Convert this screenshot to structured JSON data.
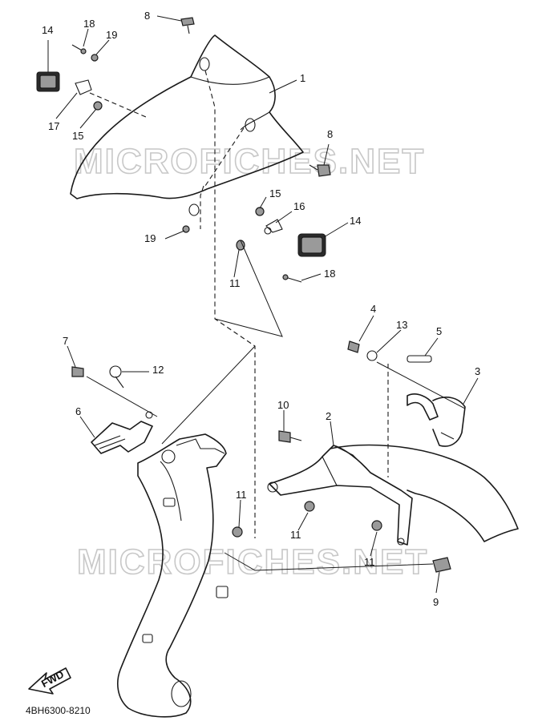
{
  "drawing_code": "4BH6300-8210",
  "watermark": "MICROFICHES.NET",
  "fwd_label": "FWD",
  "callouts": {
    "c1": "1",
    "c2": "2",
    "c3": "3",
    "c4": "4",
    "c5": "5",
    "c6": "6",
    "c7": "7",
    "c8a": "8",
    "c8b": "8",
    "c9": "9",
    "c10": "10",
    "c11a": "11",
    "c11b": "11",
    "c11c": "11",
    "c11d": "11",
    "c12": "12",
    "c13": "13",
    "c14a": "14",
    "c14b": "14",
    "c15a": "15",
    "c15b": "15",
    "c16": "16",
    "c17": "17",
    "c18a": "18",
    "c18b": "18",
    "c19a": "19",
    "c19b": "19"
  }
}
